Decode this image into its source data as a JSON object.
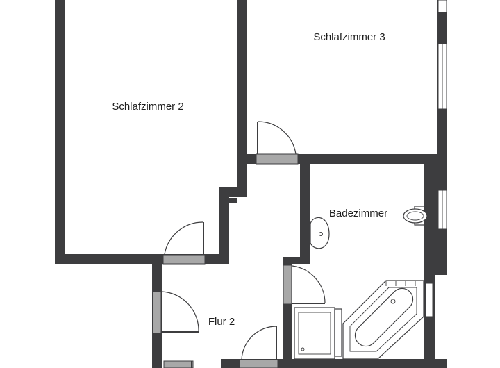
{
  "rooms": {
    "schlafzimmer_2": "Schlafzimmer 2",
    "schlafzimmer_3": "Schlafzimmer 3",
    "badezimmer": "Badezimmer",
    "flur_2": "Flur 2"
  },
  "colors": {
    "wall": "#3d3d3f",
    "door_frame": "#a8a8a8",
    "background": "#ffffff"
  }
}
